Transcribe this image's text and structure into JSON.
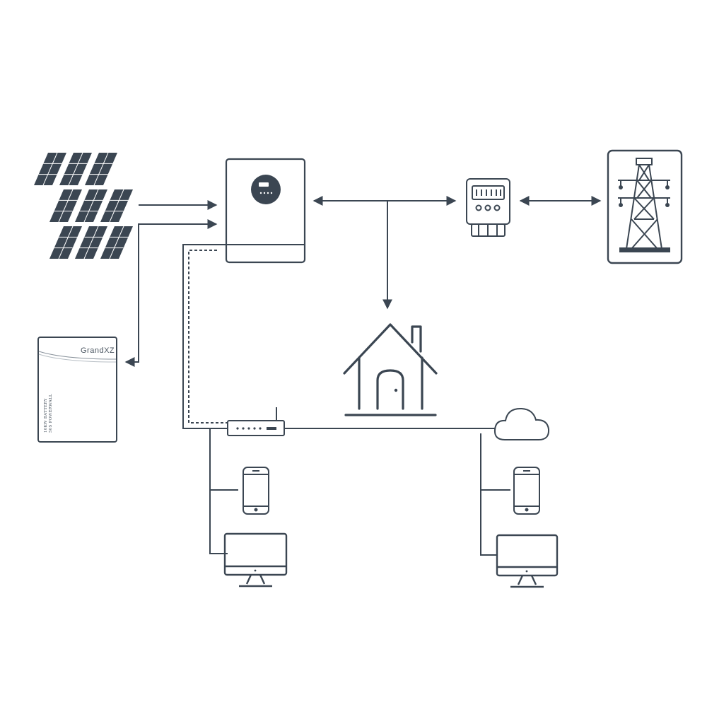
{
  "diagram": {
    "battery": {
      "brand_label": "GrandXZ",
      "side_label_1": "10KW BATTERY",
      "side_label_2": "50S POWERWALL"
    },
    "colors": {
      "ink": "#3b4652",
      "background": "#ffffff"
    },
    "icons": [
      "solar-panel-icon",
      "inverter-icon",
      "electric-meter-icon",
      "transmission-tower-icon",
      "battery-icon",
      "house-icon",
      "router-icon",
      "cloud-icon",
      "smartphone-icon",
      "monitor-icon"
    ]
  }
}
